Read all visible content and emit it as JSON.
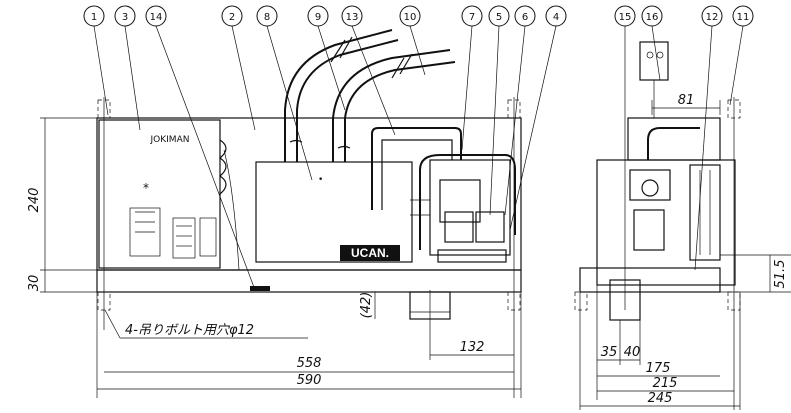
{
  "balloons": [
    "1",
    "3",
    "14",
    "2",
    "8",
    "9",
    "13",
    "10",
    "7",
    "5",
    "6",
    "4",
    "15",
    "16",
    "12",
    "11"
  ],
  "labels": {
    "brand": "JOKIMAN",
    "logo": "UCAN.",
    "holes": "4-吊りボルト用穴φ12"
  },
  "dimensions": {
    "height_total": "240",
    "height_base": "30",
    "depth_lower": "(42)",
    "offset_132": "132",
    "width_558": "558",
    "width_590": "590",
    "side_81": "81",
    "side_51_5": "51.5",
    "side_35": "35",
    "side_40": "40",
    "side_175": "175",
    "side_215": "215",
    "side_245": "245"
  }
}
